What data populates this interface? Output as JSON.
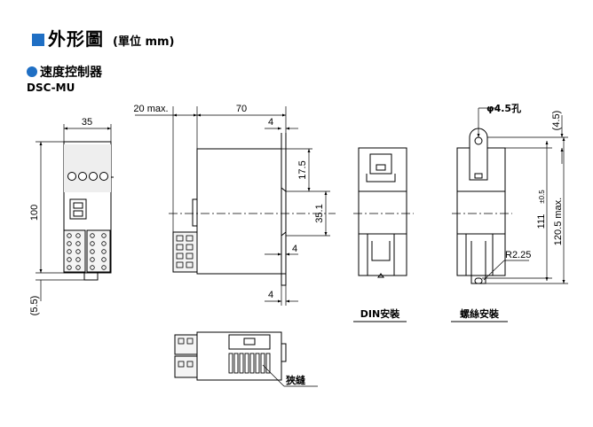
{
  "header": {
    "title": "外形圖",
    "unit": "(單位 mm)",
    "accent_color": "#1f6fc4"
  },
  "section": {
    "title": "速度控制器",
    "model": "DSC-MU"
  },
  "dims": {
    "front_width": "35",
    "height": "100",
    "bottom_offset": "(5.5)",
    "clearance": "20 max.",
    "depth": "70",
    "rail_top": "4",
    "rail_mid": "4",
    "rail_bottom": "4",
    "dim_17_5": "17.5",
    "dim_35_1": "35.1",
    "hole": "φ4.5孔",
    "top_offset": "(4.5)",
    "pitch": "111",
    "pitch_tol": "±0.5",
    "overall": "120.5 max.",
    "radius": "R2.25"
  },
  "views": {
    "din_label": "DIN安裝",
    "screw_label": "螺絲安裝",
    "slot_label": "狹縫"
  }
}
